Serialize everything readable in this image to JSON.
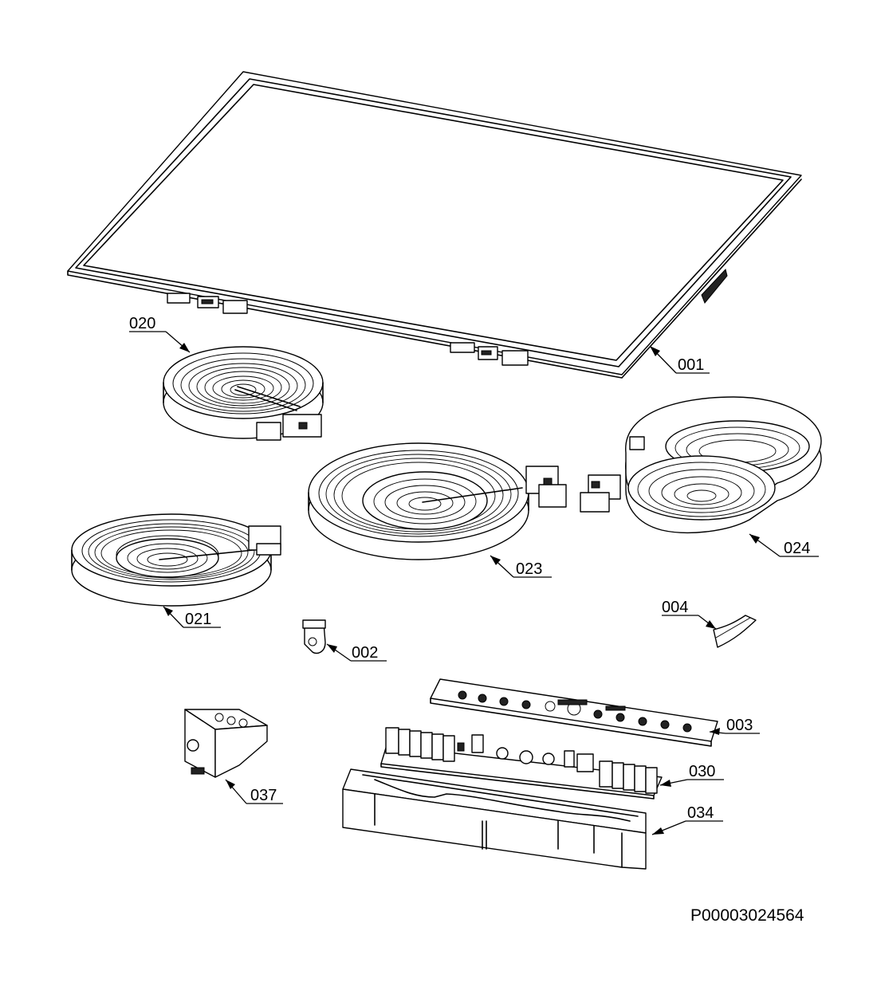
{
  "document_id": "P00003024564",
  "parts": [
    {
      "id": "glass_top",
      "label": "001"
    },
    {
      "id": "clip",
      "label": "002"
    },
    {
      "id": "control_pcb",
      "label": "003"
    },
    {
      "id": "ribbon_cable",
      "label": "004"
    },
    {
      "id": "heater_small",
      "label": "020"
    },
    {
      "id": "heater_dual_left",
      "label": "021"
    },
    {
      "id": "heater_dual_center",
      "label": "023"
    },
    {
      "id": "heater_oval",
      "label": "024"
    },
    {
      "id": "power_pcb",
      "label": "030"
    },
    {
      "id": "housing",
      "label": "034"
    },
    {
      "id": "terminal_block",
      "label": "037"
    }
  ]
}
